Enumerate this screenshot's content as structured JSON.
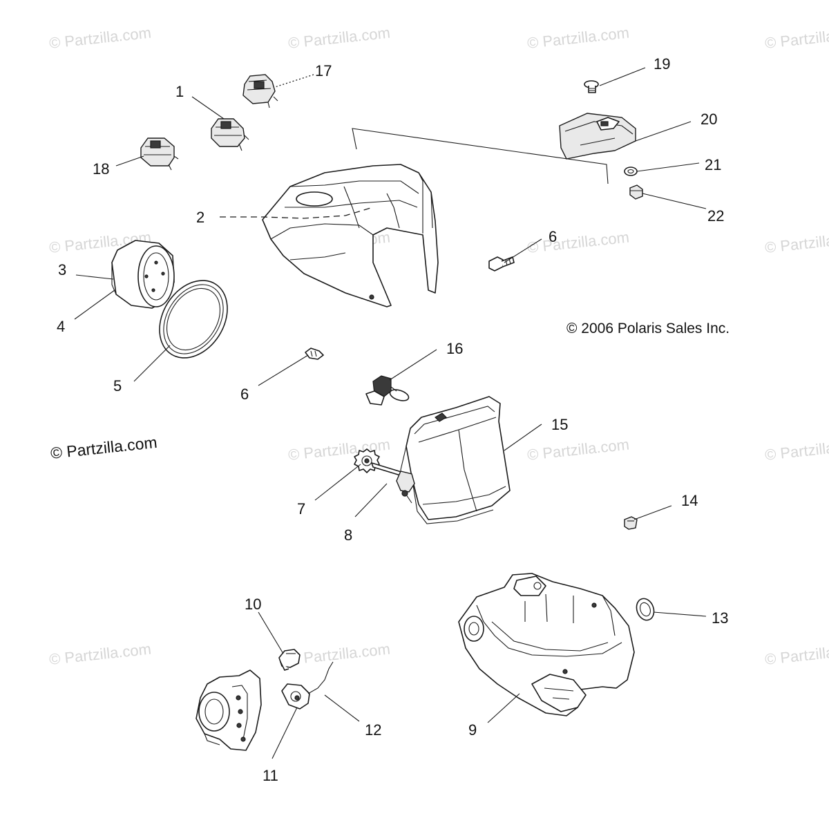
{
  "watermark_text": "© Partzilla.com",
  "copyright_notice": "© 2006 Polaris Sales Inc.",
  "site_credit": "© Partzilla.com",
  "callouts": {
    "c1": "1",
    "c2": "2",
    "c3": "3",
    "c4": "4",
    "c5": "5",
    "c6a": "6",
    "c6b": "6",
    "c7": "7",
    "c8": "8",
    "c9": "9",
    "c10": "10",
    "c11": "11",
    "c12": "12",
    "c13": "13",
    "c14": "14",
    "c15": "15",
    "c16": "16",
    "c17": "17",
    "c18": "18",
    "c19": "19",
    "c20": "20",
    "c21": "21",
    "c22": "22"
  },
  "colors": {
    "line": "#1a1a1a",
    "watermark": "#d6d6d6",
    "background": "#ffffff"
  }
}
